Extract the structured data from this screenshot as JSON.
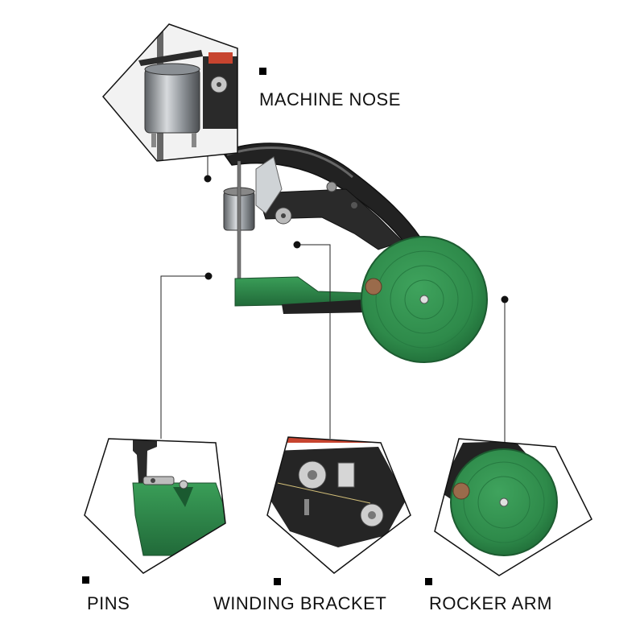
{
  "labels": {
    "machine_nose": "MACHINE NOSE",
    "pins": "PINS",
    "winding_bracket": "WINDING BRACKET",
    "rocker_arm": "ROCKER ARM"
  },
  "colors": {
    "machine_green": "#2e8a4a",
    "machine_dark": "#1e1e1e",
    "steel": "#9aa0a6",
    "outline": "#111111"
  }
}
